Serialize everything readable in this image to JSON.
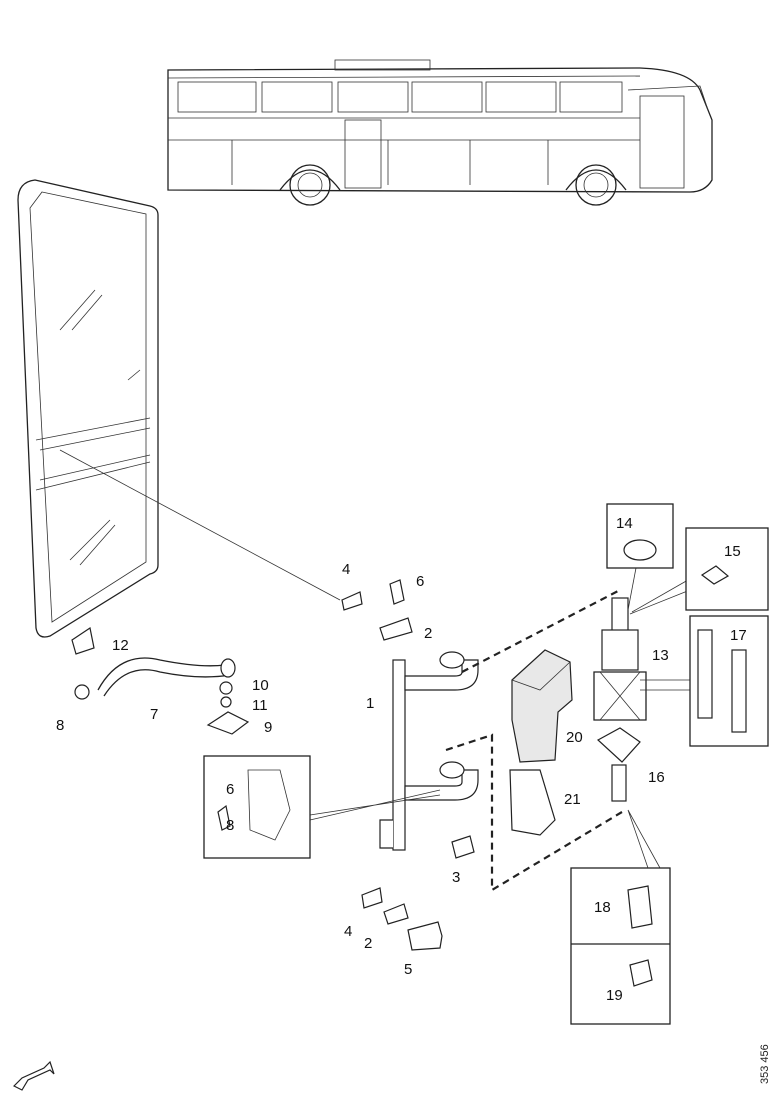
{
  "figure": {
    "reference_code": "353 456",
    "callouts": {
      "c1": "1",
      "c2a": "2",
      "c2b": "2",
      "c3": "3",
      "c4a": "4",
      "c4b": "4",
      "c5": "5",
      "c6a": "6",
      "c6b": "6",
      "c7": "7",
      "c8a": "8",
      "c8b": "8",
      "c9": "9",
      "c10": "10",
      "c11": "11",
      "c12": "12",
      "c13": "13",
      "c14": "14",
      "c15": "15",
      "c16": "16",
      "c17": "17",
      "c18": "18",
      "c19": "19",
      "c20": "20",
      "c21": "21"
    }
  },
  "icons": {
    "corner": "direction-arrow-icon"
  }
}
